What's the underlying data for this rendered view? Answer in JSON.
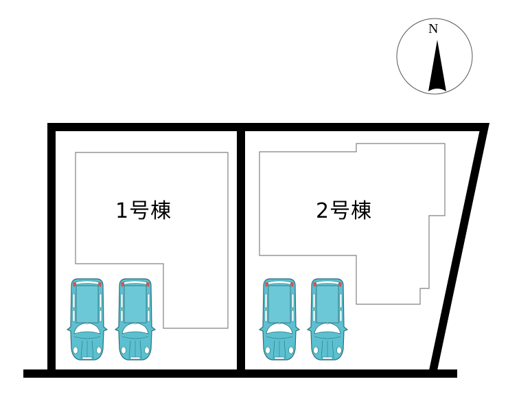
{
  "compass": {
    "label": "N",
    "icon": "north-arrow-icon"
  },
  "lots": [
    {
      "id": "lot-1",
      "label": "1号棟",
      "parking_spaces": 2
    },
    {
      "id": "lot-2",
      "label": "2号棟",
      "parking_spaces": 2
    }
  ],
  "colors": {
    "boundary": "#000000",
    "building_outline": "#808080",
    "car_body": "#5bc0cf",
    "car_roof": "#6cc8d6",
    "car_outline": "#2a6f7a",
    "car_lights": "#d9534f"
  }
}
